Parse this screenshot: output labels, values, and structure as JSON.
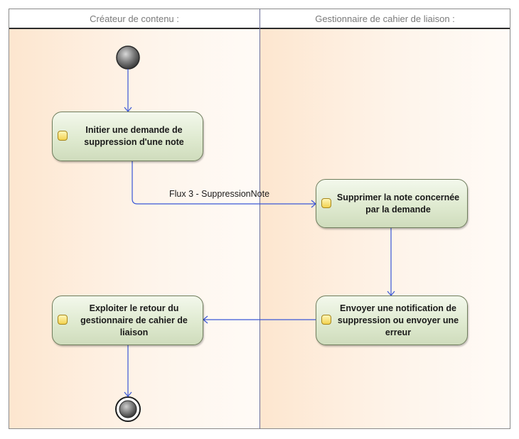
{
  "lanes": {
    "left": "Créateur de contenu :",
    "right": "Gestionnaire de cahier de liaison :"
  },
  "actions": {
    "initier": "Initier une demande de suppression d'une note",
    "supprimer": "Supprimer la note concernée par la demande",
    "envoyer": "Envoyer une notification de suppression ou envoyer une erreur",
    "exploiter": "Exploiter le retour du gestionnaire de cahier de liaison"
  },
  "flows": {
    "flux3": "Flux 3 - SuppressionNote"
  },
  "colors": {
    "edge": "#3a57d6",
    "lane_divider": "#6b6f9a"
  }
}
